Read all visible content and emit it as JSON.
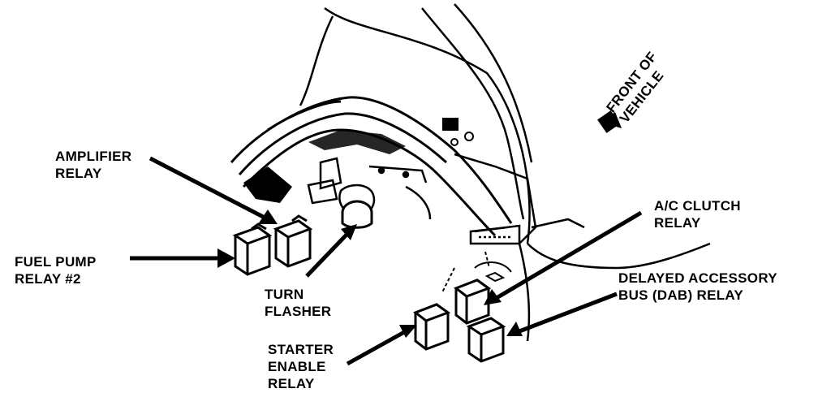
{
  "labels": {
    "amplifier_relay": [
      "AMPLIFIER",
      "RELAY"
    ],
    "fuel_pump_relay": [
      "FUEL PUMP",
      "RELAY #2"
    ],
    "turn_flasher": [
      "TURN",
      "FLASHER"
    ],
    "starter_enable_relay": [
      "STARTER",
      "ENABLE",
      "RELAY"
    ],
    "ac_clutch_relay": [
      "A/C CLUTCH",
      "RELAY"
    ],
    "dab_relay": [
      "DELAYED ACCESSORY",
      "BUS (DAB) RELAY"
    ],
    "front_of_vehicle": [
      "FRONT OF",
      "VEHICLE"
    ]
  },
  "colors": {
    "ink": "#000000",
    "paper": "#ffffff"
  }
}
